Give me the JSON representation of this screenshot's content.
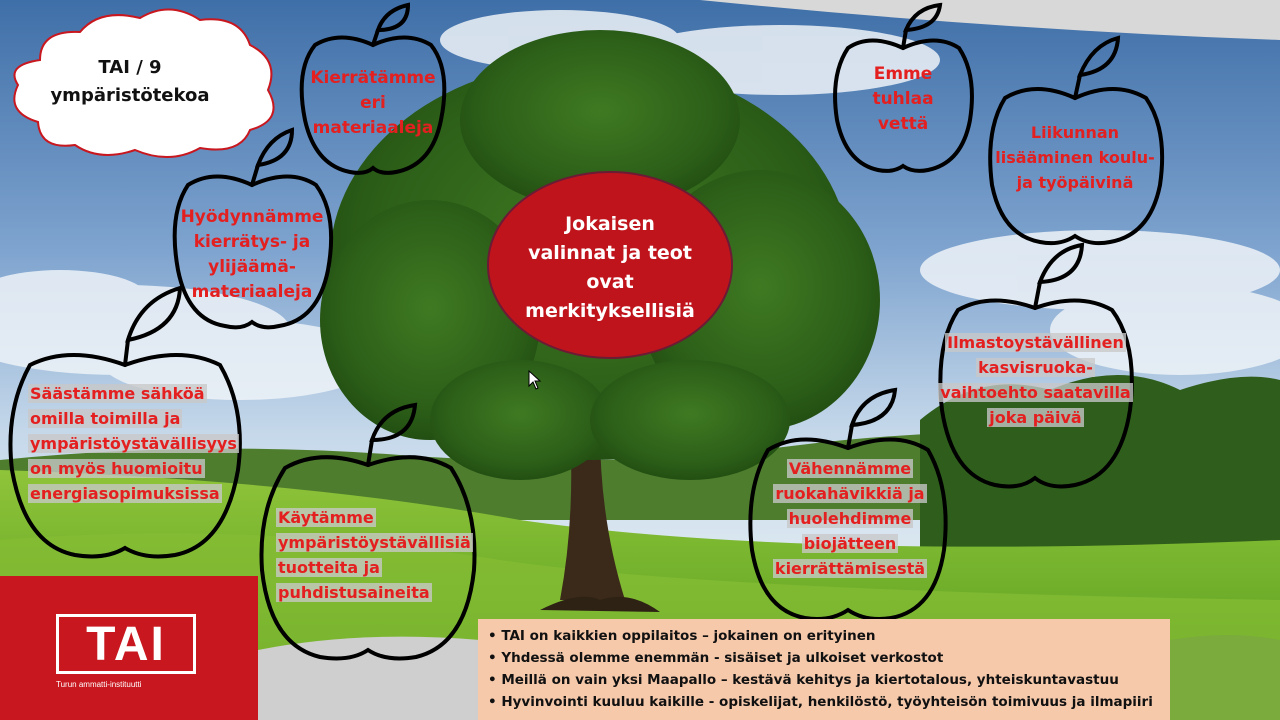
{
  "cloud_title": {
    "line1": "TAI / 9",
    "line2": "ympäristötekoa"
  },
  "center": {
    "lines": [
      "Jokaisen",
      "valinnat ja teot",
      "ovat",
      "merkityksellisiä"
    ]
  },
  "apples": {
    "recycle": {
      "lines": [
        "Kierrätämme",
        "eri",
        "materiaaleja"
      ]
    },
    "surplus": {
      "lines": [
        "Hyödynnämme",
        "kierrätys- ja",
        "ylijäämä-",
        "materiaaleja"
      ]
    },
    "electricity": {
      "lines": [
        "Säästämme sähköä",
        "omilla toimilla ja",
        "ympäristöystävällisyys",
        "on myös huomioitu",
        "energiasopimuksissa"
      ]
    },
    "products": {
      "lines": [
        "Käytämme",
        "ympäristöystävällisiä",
        "tuotteita ja",
        "puhdistusaineita"
      ]
    },
    "water": {
      "lines": [
        "Emme",
        "tuhlaa",
        "vettä"
      ]
    },
    "exercise": {
      "lines": [
        "Liikunnan",
        "lisääminen koulu-",
        "ja työpäivinä"
      ]
    },
    "vegetarian": {
      "lines": [
        "Ilmastoystävällinen",
        "kasvisruoka-",
        "vaihtoehto saatavilla",
        "joka päivä"
      ]
    },
    "foodwaste": {
      "lines": [
        "Vähennämme",
        "ruokahävikkiä ja",
        "huolehdimme",
        "biojätteen",
        "kierrättämisestä"
      ]
    }
  },
  "logo": {
    "text": "TAI",
    "subtitle": "Turun ammatti-instituutti"
  },
  "bullets": [
    "• TAI on kaikkien oppilaitos – jokainen on erityinen",
    "• Yhdessä olemme enemmän - sisäiset ja ulkoiset verkostot",
    "• Meillä on vain yksi Maapallo – kestävä kehitys ja kiertotalous, yhteiskuntavastuu",
    "• Hyvinvointi kuuluu kaikille - opiskelijat, henkilöstö, työyhteisön toimivuus ja ilmapiiri"
  ],
  "colors": {
    "apple_text": "#e41f1f",
    "center_oval": "#c0141c",
    "logo_bg": "#c8171e",
    "bullets_bg": "#f6c9ab"
  }
}
